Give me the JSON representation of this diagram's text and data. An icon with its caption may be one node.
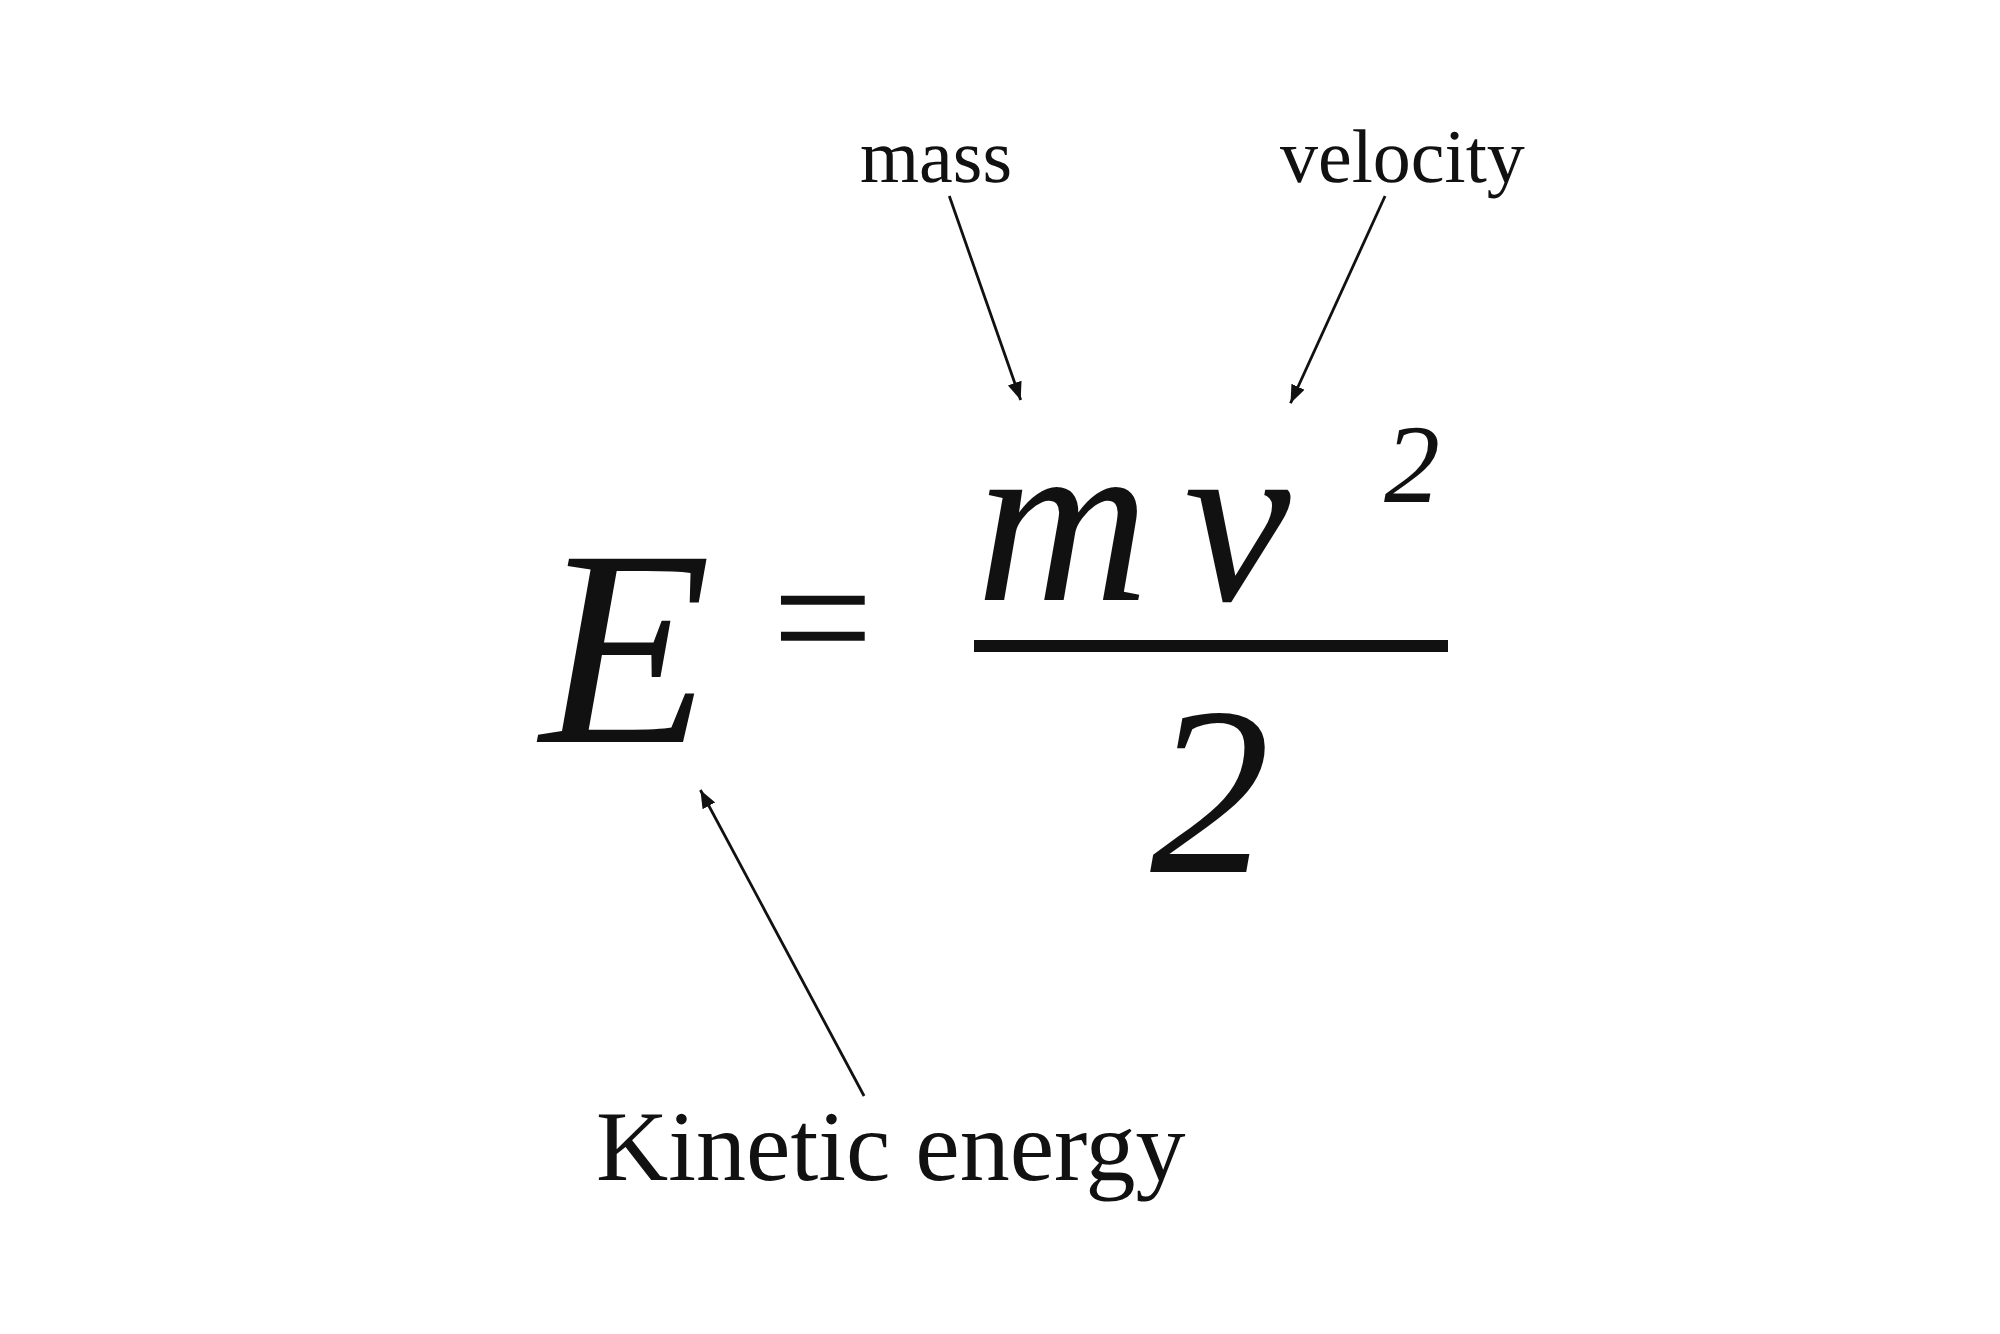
{
  "diagram": {
    "nodes": [
      {
        "text": [
          "mass"
        ]
      },
      {
        "text": [
          "velocity"
        ]
      },
      {
        "text": [
          "m"
        ]
      },
      {
        "text": [
          "v"
        ]
      },
      {
        "text": [
          "E"
        ]
      },
      {
        "text": [
          "Kinetic energy"
        ]
      }
    ],
    "edges": [
      {
        "from": 0,
        "to": 2,
        "arrow": "to"
      },
      {
        "from": 1,
        "to": 3,
        "arrow": "to"
      },
      {
        "from": 5,
        "to": 4,
        "arrow": "to"
      }
    ],
    "labels": [
      "=",
      "2",
      "2"
    ]
  }
}
